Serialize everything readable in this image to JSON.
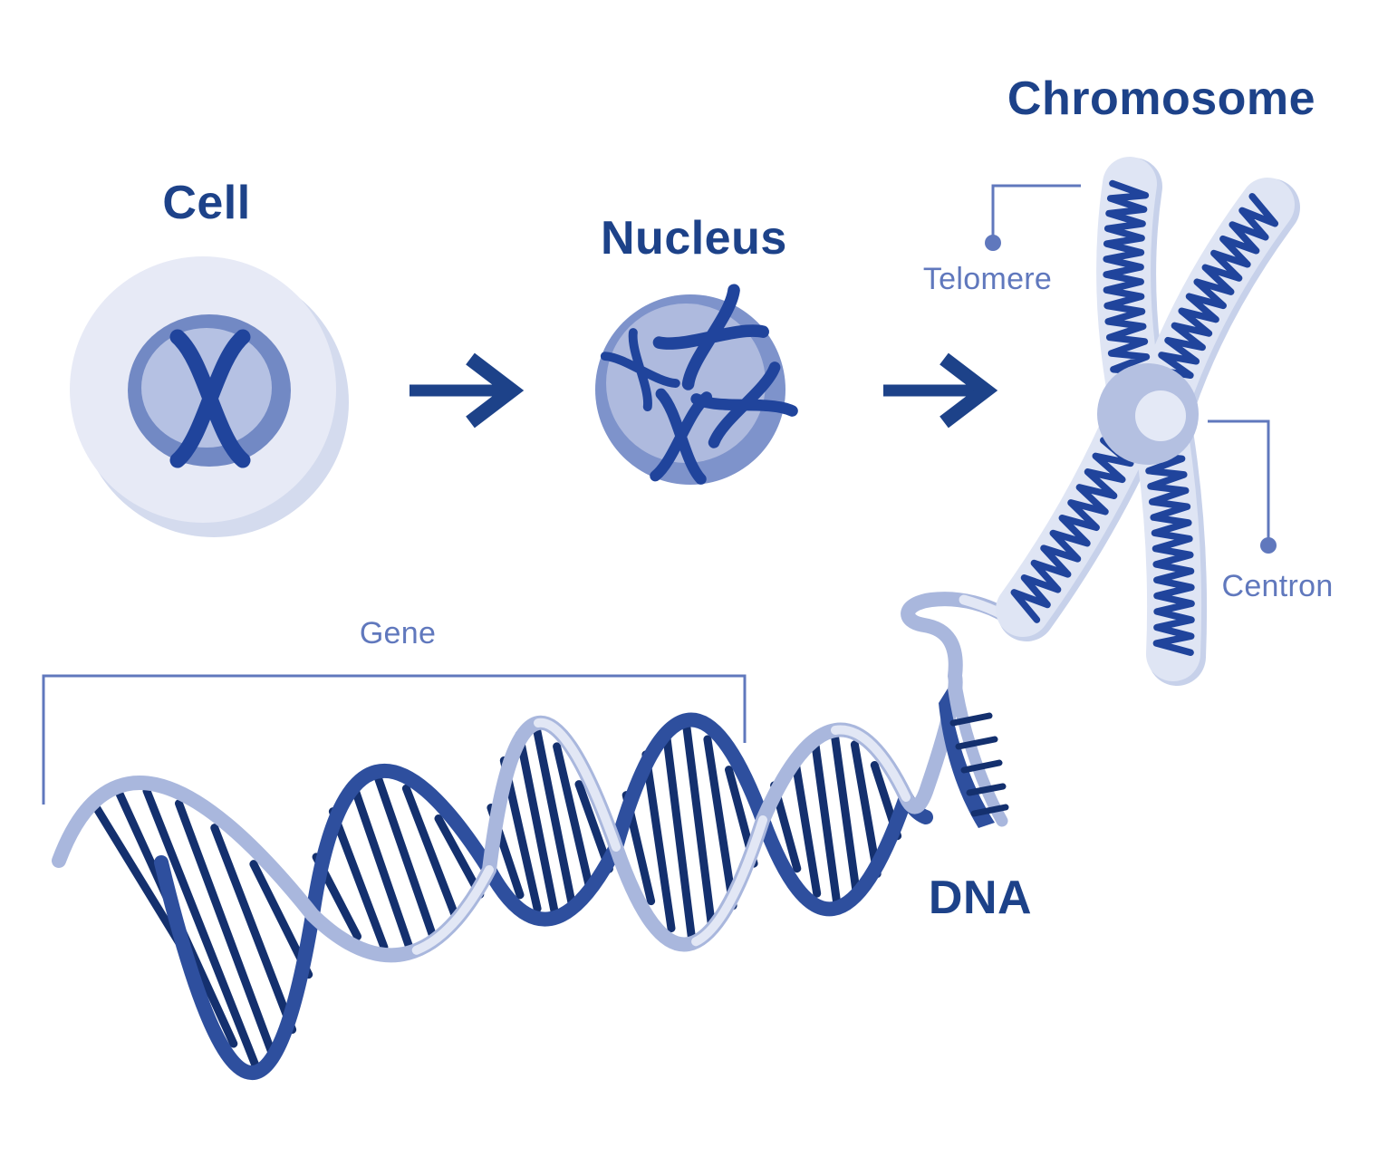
{
  "figure": {
    "stage_labels": {
      "cell": "Cell",
      "nucleus": "Nucleus",
      "chromosome": "Chromosome",
      "dna": "DNA"
    },
    "part_labels": {
      "telomere": "Telomere",
      "centron": "Centron",
      "gene": "Gene"
    }
  },
  "colors": {
    "title_text": "#1d4289",
    "annotation_text": "#6078bd",
    "arrow": "#1d4289",
    "coil": "#20449c",
    "dna_dark": "#2e4f9e",
    "dna_light": "#a9b7dd",
    "dna_highlight": "#e2e7f5",
    "dna_rung": "#14306e",
    "cell_membrane": "#e7eaf6",
    "cell_shadow": "#d4dbee",
    "cell_ring": "#7289c4",
    "cell_inner": "#b5c1e3",
    "nucleus_ring": "#7e93cb",
    "nucleus_fill": "#aebade",
    "arm": "#dfe5f4",
    "arm_shade": "#c7d1ea",
    "centromere_outer": "#b4c0e1",
    "centromere_inner": "#e4e9f6",
    "background": "#ffffff"
  },
  "icons": {
    "cell_illustration": "cell-icon",
    "nucleus_illustration": "nucleus-icon",
    "chromosome_illustration": "chromosome-icon",
    "dna_illustration": "dna-helix-icon",
    "flow_arrows": "right-arrow-icon",
    "telomere_marker": "callout-dot-icon",
    "centron_marker": "callout-dot-icon",
    "gene_span": "bracket-icon"
  }
}
